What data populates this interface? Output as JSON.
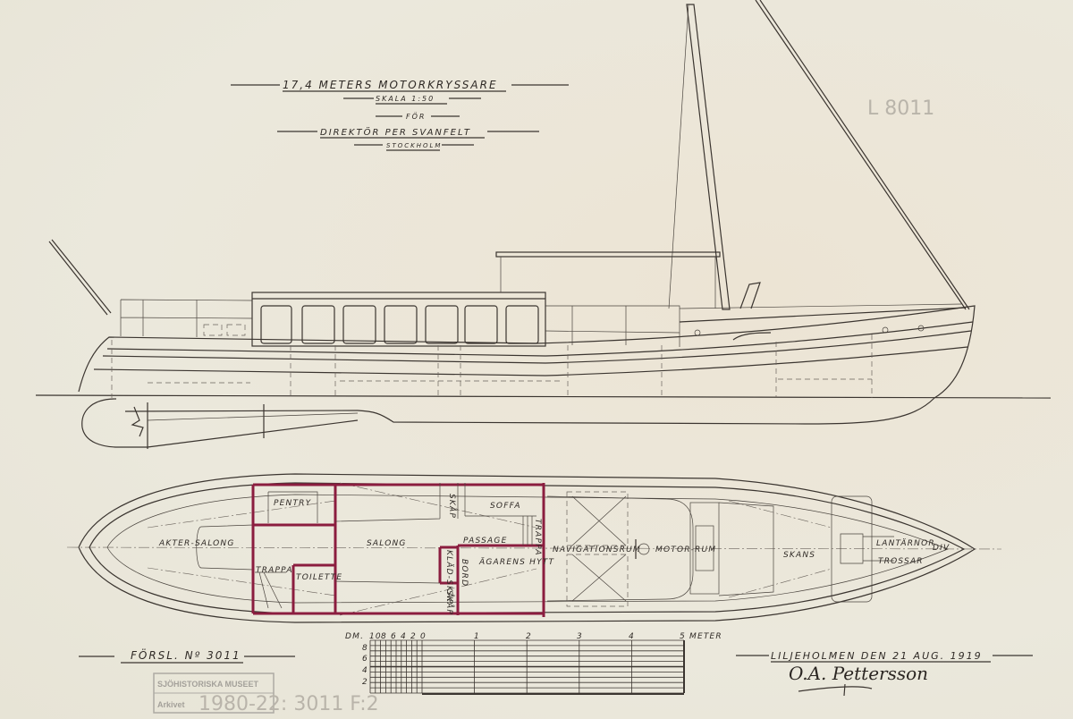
{
  "title": {
    "line1": "17,4 METERS   MOTORKRYSSARE",
    "scale": "SKALA 1:50",
    "for": "FÖR",
    "client": "DIREKTÖR  PER  SVANFELT",
    "city": "STOCKHOLM"
  },
  "plan_labels": {
    "akter_salong": "AKTER-SALONG",
    "pentry": "PENTRY",
    "trappa_aft": "TRAPPA",
    "toilette": "TOILETTE",
    "salong": "SALONG",
    "skap_top": "SKÅP",
    "soffa": "SOFFA",
    "passage": "PASSAGE",
    "trappa_fwd": "TRAPPA",
    "klad_skap": "KLÄD-SKÅP",
    "bord": "BORD",
    "agarens_hytt": "ÄGARENS HYTT",
    "skap_bottom": "SKÅP",
    "navigationsrum": "NAVIGATIONSRUM",
    "motor": "MOTOR-",
    "rum": "RUM",
    "skans": "SKANS",
    "lantarnor": "LANTÄRNOR",
    "div": "DIV",
    "trossar": "TROSSAR"
  },
  "proposal": "FÖRSL. Nº 3011",
  "place_date": "LILJEHOLMEN  DEN  21 AUG. 1919",
  "signature": "O.A. Pettersson",
  "pencil_mark": "L 8011",
  "pencil_inventory": "1980-22: 3011 F:2",
  "stamp": {
    "line1": "SJÖHISTORISKA MUSEET",
    "line2": "Arkivet"
  },
  "scale_bar": {
    "unit_small": "DM.",
    "small_ticks": [
      "10",
      "8",
      "6",
      "4",
      "2",
      "0"
    ],
    "meter_ticks": [
      "1",
      "2",
      "3",
      "4"
    ],
    "end_label": "5 METER",
    "vertical_ticks": [
      "8",
      "6",
      "4",
      "2"
    ]
  },
  "colors": {
    "paper": "#ebe8dc",
    "ink": "#3b3530",
    "walls": "#8b1d3f"
  }
}
